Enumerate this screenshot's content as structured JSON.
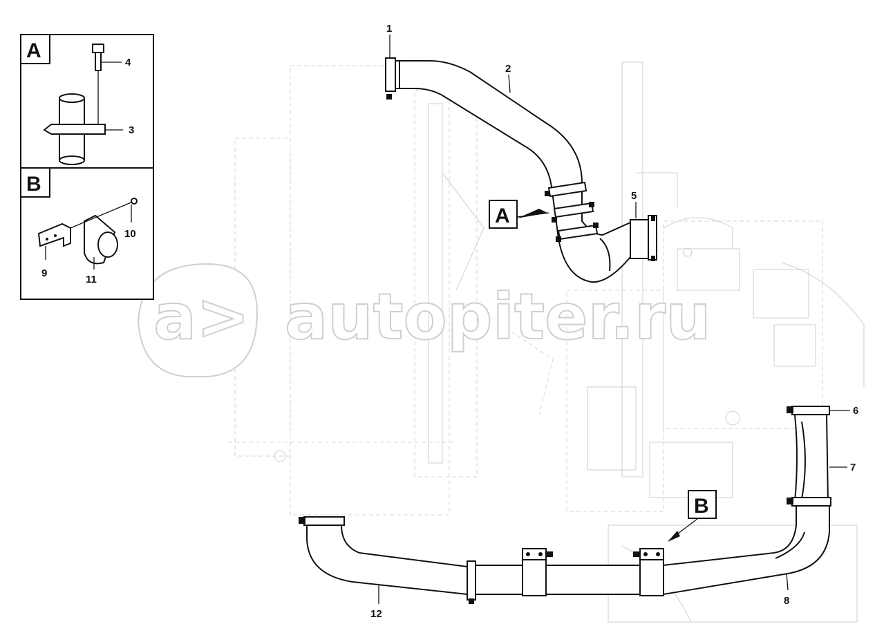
{
  "watermark": {
    "text": "autopiter.ru",
    "logo_glyph": "a>"
  },
  "callouts": {
    "detail_a_title": "A",
    "detail_b_title": "B",
    "ref_a": "A",
    "ref_b": "B"
  },
  "labels": {
    "p1": "1",
    "p2": "2",
    "p3": "3",
    "p4": "4",
    "p5": "5",
    "p6": "6",
    "p7": "7",
    "p8": "8",
    "p9": "9",
    "p10": "10",
    "p11": "11",
    "p12": "12"
  },
  "colors": {
    "line": "#111111",
    "ghost": "#cfcfcf",
    "background": "#ffffff"
  }
}
